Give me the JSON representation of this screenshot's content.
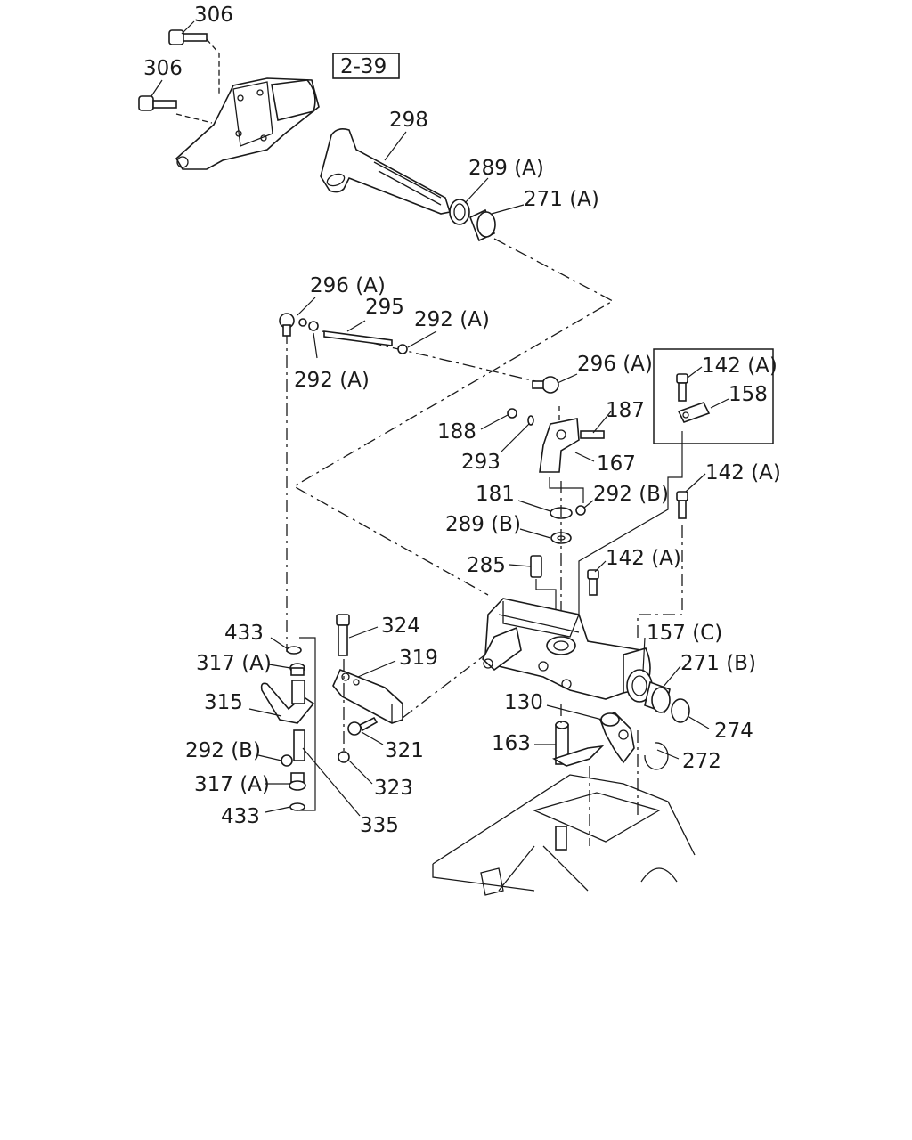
{
  "callouts": {
    "c306a": "306",
    "c306b": "306",
    "ref239": "2-39",
    "c298": "298",
    "c289a": "289 (A)",
    "c271a": "271 (A)",
    "c296a1": "296 (A)",
    "c295": "295",
    "c292a1": "292 (A)",
    "c292a2": "292 (A)",
    "c296a2": "296 (A)",
    "c142a1": "142 (A)",
    "c158": "158",
    "c187": "187",
    "c188": "188",
    "c293": "293",
    "c167": "167",
    "c142a2": "142 (A)",
    "c181": "181",
    "c292b1": "292 (B)",
    "c289b": "289 (B)",
    "c285": "285",
    "c142a3": "142 (A)",
    "c433a": "433",
    "c324": "324",
    "c317a1": "317 (A)",
    "c319": "319",
    "c157c": "157 (C)",
    "c271b": "271 (B)",
    "c315": "315",
    "c130": "130",
    "c274": "274",
    "c321": "321",
    "c163": "163",
    "c272": "272",
    "c292b2": "292 (B)",
    "c323": "323",
    "c317a2": "317 (A)",
    "c433b": "433",
    "c335": "335"
  }
}
